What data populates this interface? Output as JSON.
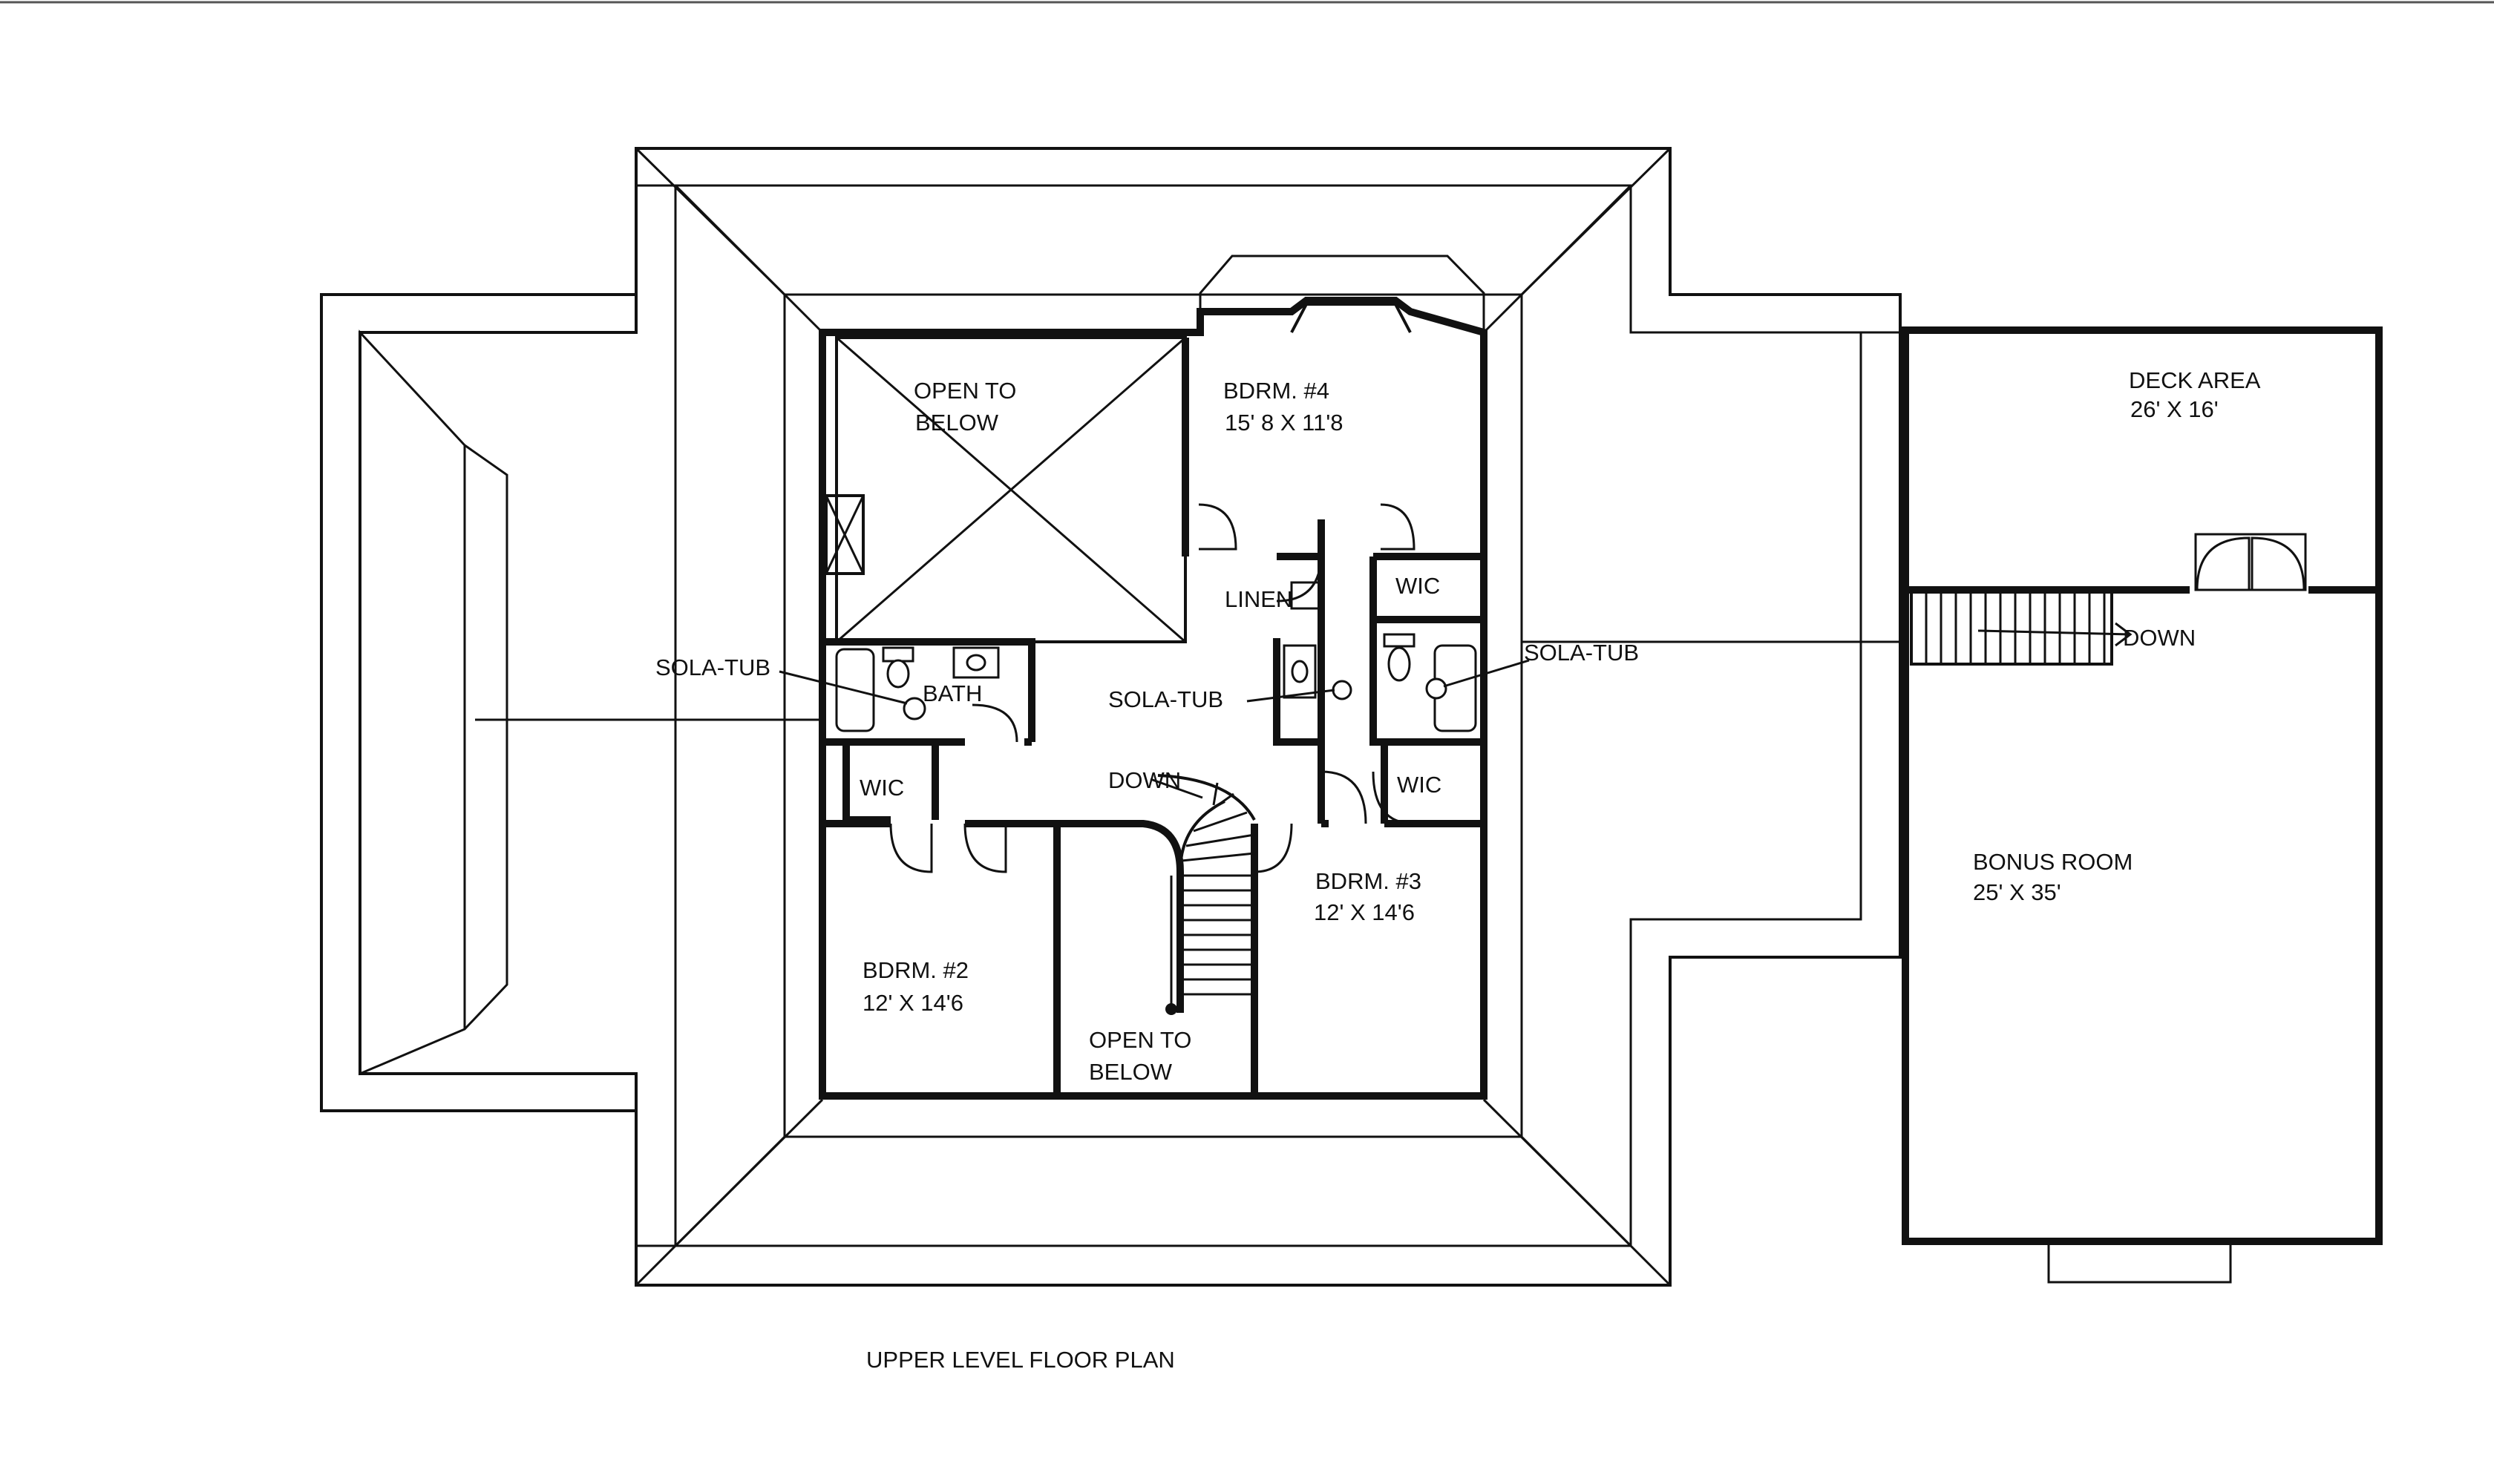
{
  "plan_title": "UPPER LEVEL FLOOR PLAN",
  "rooms": {
    "open_to_below_top": {
      "line1": "OPEN TO",
      "line2": "BELOW"
    },
    "bdrm4": {
      "name": "BDRM. #4",
      "size": "15' 8 X 11'8"
    },
    "bdrm3": {
      "name": "BDRM. #3",
      "size": "12' X 14'6"
    },
    "bdrm2": {
      "name": "BDRM. #2",
      "size": "12' X 14'6"
    },
    "open_to_below_bottom": {
      "line1": "OPEN TO",
      "line2": "BELOW"
    },
    "deck_area": {
      "name": "DECK AREA",
      "size": "26' X 16'"
    },
    "bonus_room": {
      "name": "BONUS ROOM",
      "size": "25' X 35'"
    }
  },
  "labels": {
    "linen": "LINEN",
    "wic_left": "WIC",
    "wic_right_top": "WIC",
    "wic_right_bottom": "WIC",
    "bath": "BATH",
    "sola_tub_left": "SOLA-TUB",
    "sola_tub_center": "SOLA-TUB",
    "sola_tub_right": "SOLA-TUB",
    "down_stair": "DOWN",
    "down_bonus": "DOWN"
  }
}
